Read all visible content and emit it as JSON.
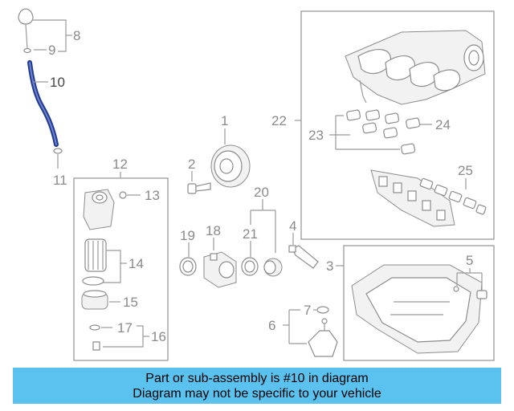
{
  "diagram": {
    "callouts": [
      "1",
      "2",
      "3",
      "4",
      "5",
      "6",
      "7",
      "8",
      "9",
      "10",
      "11",
      "12",
      "13",
      "14",
      "15",
      "16",
      "17",
      "18",
      "19",
      "20",
      "21",
      "22",
      "23",
      "24",
      "25"
    ],
    "highlight_color": "#1f3a93",
    "part_color": "#8c8c8c"
  },
  "banner": {
    "line1": "Part or sub-assembly is #10 in diagram",
    "line2": "Diagram may not be specific to your vehicle",
    "background": "#5bc1ee"
  }
}
